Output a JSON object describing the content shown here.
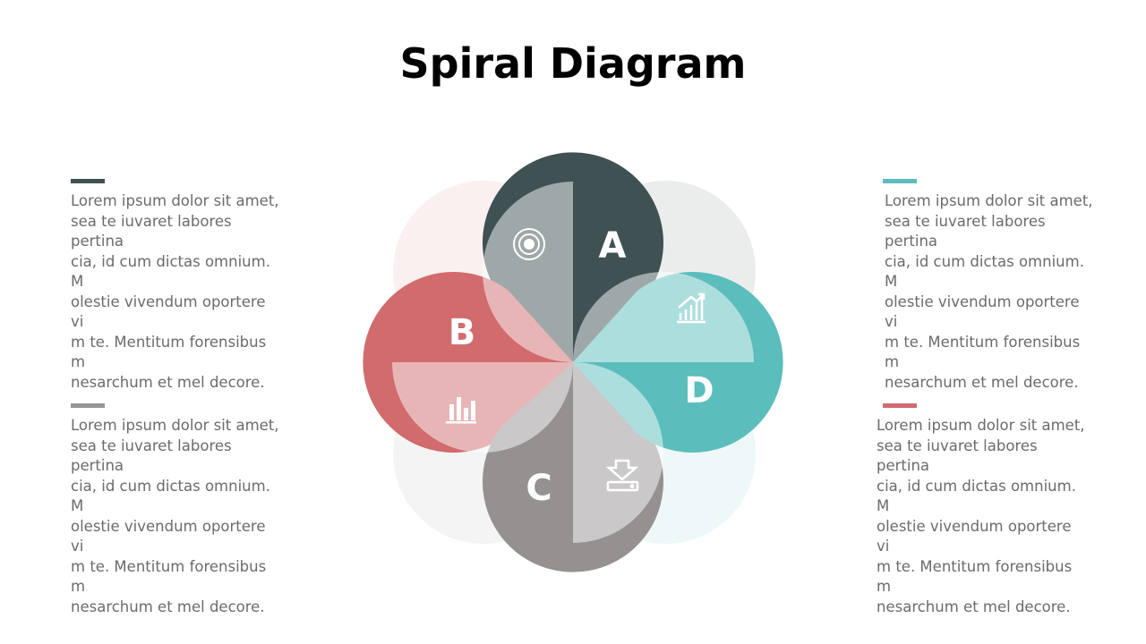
{
  "title": "Spiral Diagram",
  "colors": {
    "a": "#3f5152",
    "b": "#d16b6d",
    "c": "#959190",
    "d": "#5bbdbc",
    "gray_accent": "#959595"
  },
  "petals": [
    {
      "label": "A",
      "icon": "target-icon"
    },
    {
      "label": "B",
      "icon": "bar-chart-icon"
    },
    {
      "label": "C",
      "icon": "download-icon"
    },
    {
      "label": "D",
      "icon": "growth-chart-icon"
    }
  ],
  "text_blocks": [
    {
      "text": "Lorem ipsum dolor sit amet,\nsea te iuvaret labores pertina\ncia, id cum dictas omnium. M\nolestie vivendum oportere vi\nm te. Mentitum forensibus m\nnesarchum et mel decore."
    },
    {
      "text": "Lorem ipsum dolor sit amet,\nsea te iuvaret labores pertina\ncia, id cum dictas omnium. M\nolestie vivendum oportere vi\nm te. Mentitum forensibus m\nnesarchum et mel decore."
    },
    {
      "text": "Lorem ipsum dolor sit amet,\nsea te iuvaret labores pertina\ncia, id cum dictas omnium. M\nolestie vivendum oportere vi\nm te. Mentitum forensibus m\nnesarchum et mel decore."
    },
    {
      "text": "Lorem ipsum dolor sit amet,\nsea te iuvaret labores pertina\ncia, id cum dictas omnium. M\nolestie vivendum oportere vi\nm te. Mentitum forensibus m\nnesarchum et mel decore."
    }
  ]
}
